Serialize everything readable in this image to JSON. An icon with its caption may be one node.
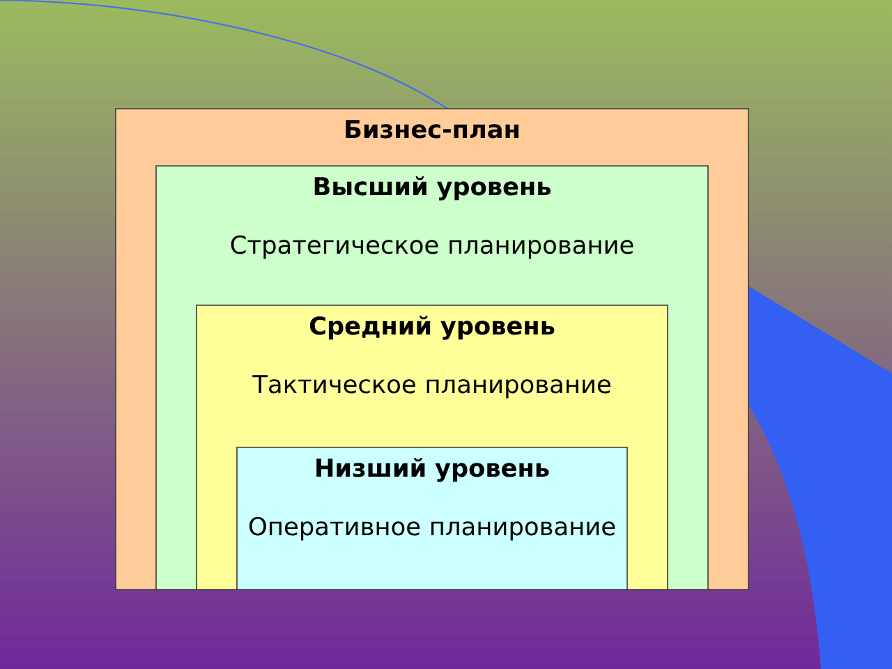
{
  "diagram": {
    "nodes": [
      {
        "text": [
          "Бизнес-план"
        ]
      },
      {
        "text": [
          "Высший уровень",
          "Стратегическое планирование"
        ],
        "in": 0
      },
      {
        "text": [
          "Средний уровень",
          "Тактическое планирование"
        ],
        "in": 1
      },
      {
        "text": [
          "Низший уровень",
          "Оперативное планирование"
        ],
        "in": 2
      }
    ]
  }
}
